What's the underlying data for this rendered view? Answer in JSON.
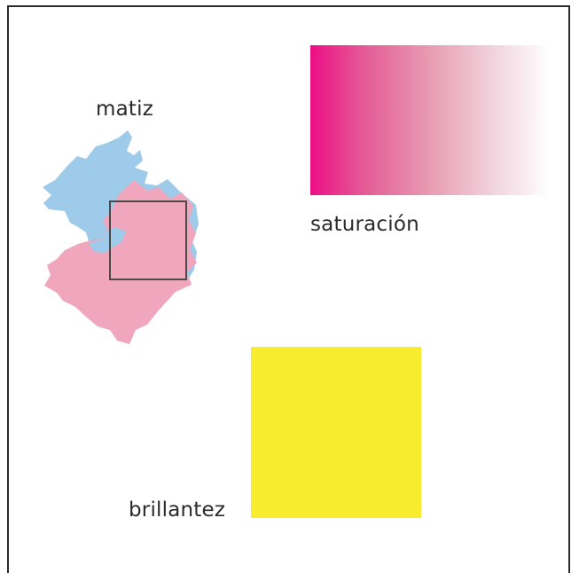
{
  "labels": {
    "hue": "matiz",
    "saturation": "saturación",
    "brightness": "brillantez"
  },
  "colors": {
    "frame": "#2b2b2b",
    "hue_blue": "#9ecbe9",
    "hue_pink": "#f0a7be",
    "hue_selection_box": "#4a4a4a",
    "saturation_start": "#ec0e86",
    "saturation_end": "#ffffff",
    "brightness": "#f7ec2e"
  },
  "elements": {
    "hue_sample": "blue and pink brush strokes",
    "saturation_sample": "magenta to white horizontal gradient",
    "brightness_sample": "yellow square"
  }
}
